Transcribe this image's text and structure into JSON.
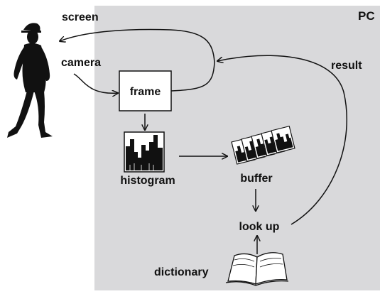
{
  "labels": {
    "pc": "PC",
    "screen": "screen",
    "camera": "camera",
    "frame": "frame",
    "histogram": "histogram",
    "buffer": "buffer",
    "look_up": "look up",
    "dictionary": "dictionary",
    "result": "result"
  },
  "colors": {
    "pc_area": "#d9d9db",
    "ink": "#111111",
    "paper": "#ffffff"
  },
  "icons": {
    "person": "walking-person-icon",
    "histogram": "histogram-icon",
    "buffer": "stacked-histograms-icon",
    "dictionary": "open-book-icon"
  }
}
